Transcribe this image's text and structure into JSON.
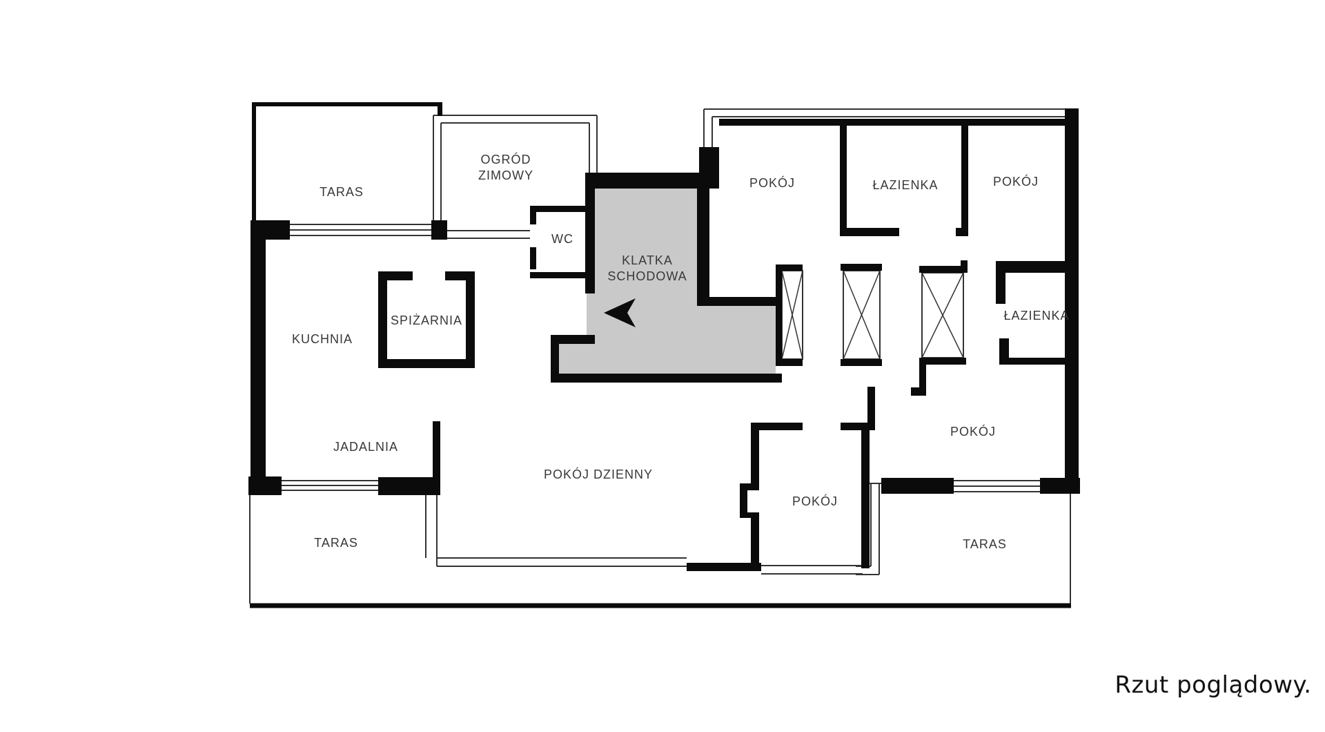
{
  "note": "Rzut poglądowy.",
  "colors": {
    "wall": "#0b0b0b",
    "staircase_fill": "#c9c9c9",
    "label_text": "#383838",
    "thin_line": "#333333",
    "background": "#ffffff"
  },
  "rooms": {
    "taras_nw": {
      "label": "TARAS"
    },
    "ogrod_zimowy": {
      "label_line1": "OGRÓD",
      "label_line2": "ZIMOWY"
    },
    "wc": {
      "label": "WC"
    },
    "klatka_schodowa": {
      "label_line1": "KLATKA",
      "label_line2": "SCHODOWA"
    },
    "pokoj_n1": {
      "label": "POKÓJ"
    },
    "lazienka_n": {
      "label": "ŁAZIENKA"
    },
    "pokoj_ne": {
      "label": "POKÓJ"
    },
    "lazienka_e": {
      "label": "ŁAZIENKA"
    },
    "kuchnia": {
      "label": "KUCHNIA"
    },
    "spizarnia": {
      "label": "SPIŻARNIA"
    },
    "jadalnia": {
      "label": "JADALNIA"
    },
    "pokoj_dzienny": {
      "label": "POKÓJ DZIENNY"
    },
    "pokoj_s": {
      "label": "POKÓJ"
    },
    "pokoj_se": {
      "label": "POKÓJ"
    },
    "taras_sw": {
      "label": "TARAS"
    },
    "taras_se": {
      "label": "TARAS"
    }
  },
  "symbols": {
    "entrance_arrow": "arrow-left",
    "shaft_boxes_count": 3
  }
}
